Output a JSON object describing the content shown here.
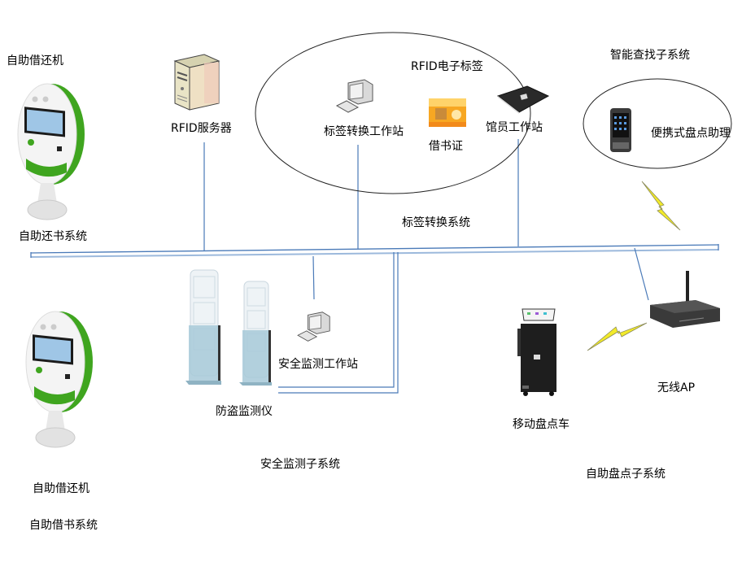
{
  "diagram": {
    "title": "RFID Library System Architecture",
    "colors": {
      "wire": "#4a7ab8",
      "wire_light": "#9cb9dc",
      "ellipse": "#222222",
      "lightning": "#f2ea2a",
      "kiosk_green": "#3fa51f"
    },
    "top_left": {
      "device_label": "自助借还机",
      "system_label": "自助还书系统"
    },
    "server": {
      "label": "RFID服务器"
    },
    "rfid_group": {
      "title": "RFID电子标签",
      "tag_station": "标签转换工作站",
      "library_card": "借书证",
      "librarian_station": "馆员工作站"
    },
    "smart_search": {
      "title": "智能查找子系统",
      "device": "便携式盘点助理"
    },
    "bus_label": "标签转换系统",
    "security": {
      "gate_label": "防盗监测仪",
      "workstation": "安全监测工作站",
      "system_label": "安全监测子系统"
    },
    "inventory": {
      "cart_label": "移动盘点车",
      "ap_label": "无线AP",
      "system_label": "自助盘点子系统"
    },
    "bottom_left": {
      "device_label": "自助借还机",
      "system_label": "自助借书系统"
    }
  }
}
